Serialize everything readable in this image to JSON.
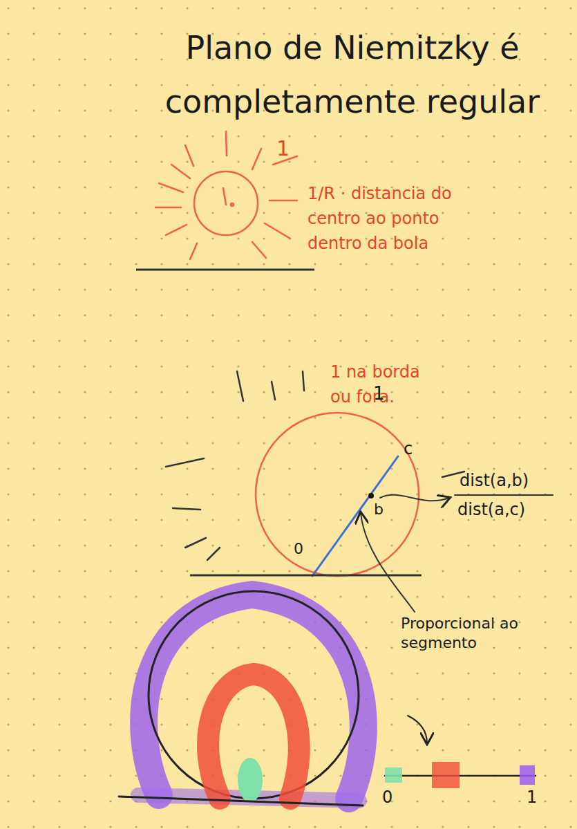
{
  "diagram": {
    "title": "Plano de Niemitzky é completamente regular",
    "labels": [
      "1",
      "1/R · distancia do centro ao ponto dentro da bola",
      "1 na borda ou fora.",
      "1",
      "c",
      "b",
      "0",
      "dist(a,b)",
      "dist(a,c)",
      "Proporcional ao segmento",
      "0",
      "1"
    ]
  }
}
